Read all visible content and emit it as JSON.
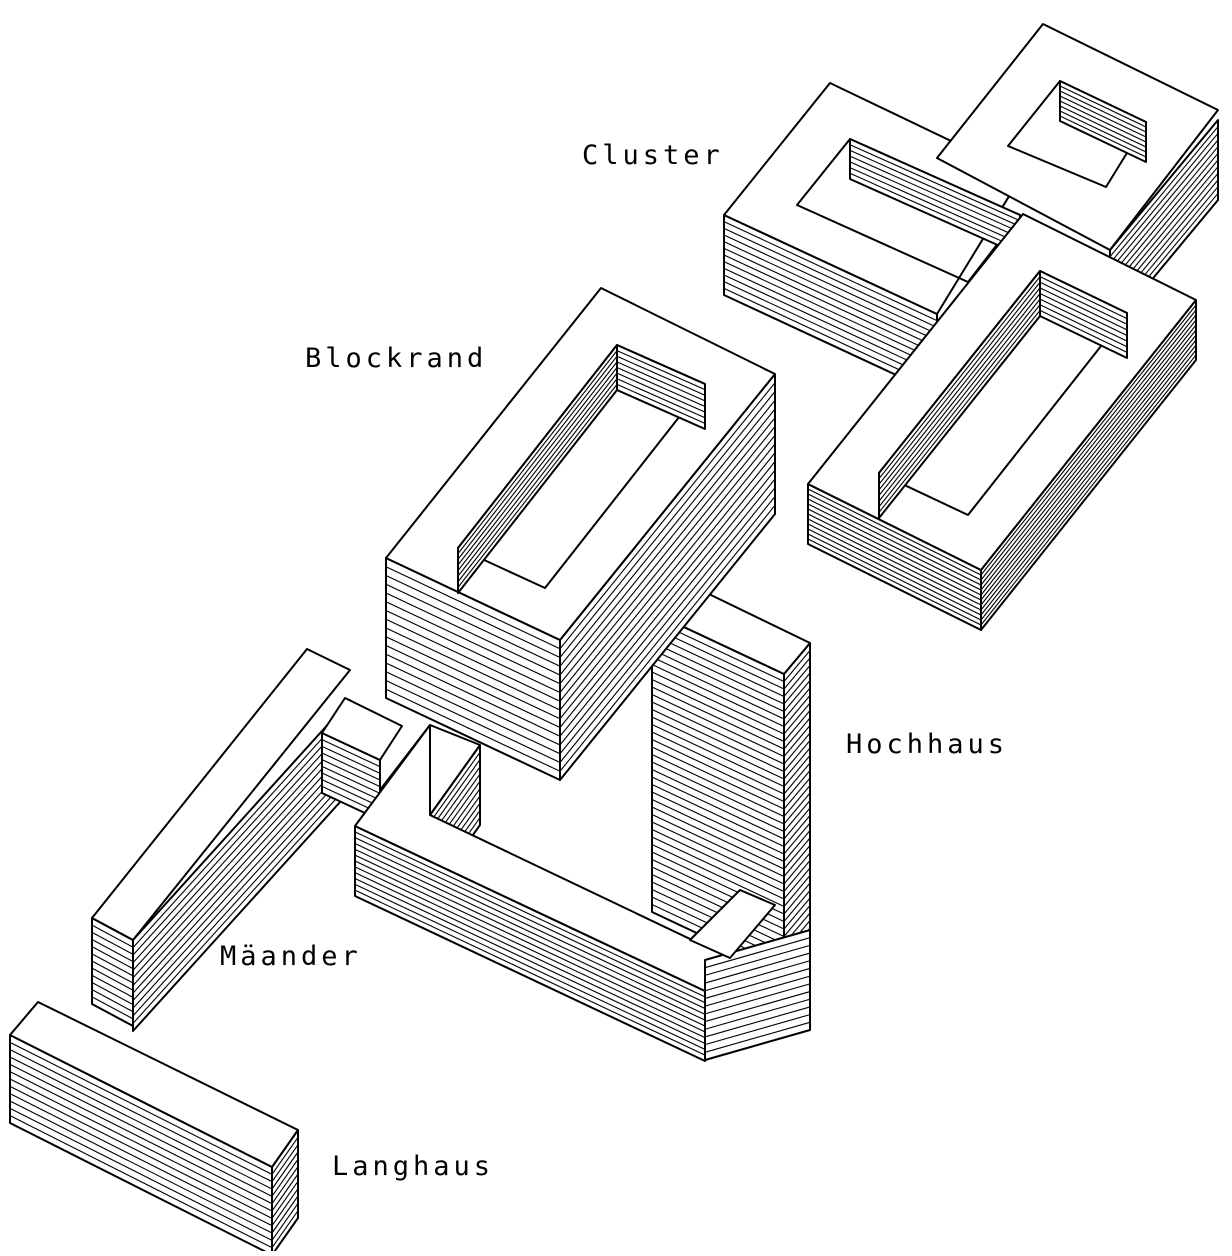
{
  "diagram": {
    "labels": {
      "cluster": "Cluster",
      "blockrand": "Blockrand",
      "hochhaus": "Hochhaus",
      "maeander": "Mäander",
      "langhaus": "Langhaus"
    },
    "line_color": "#000000",
    "background": "#ffffff"
  }
}
